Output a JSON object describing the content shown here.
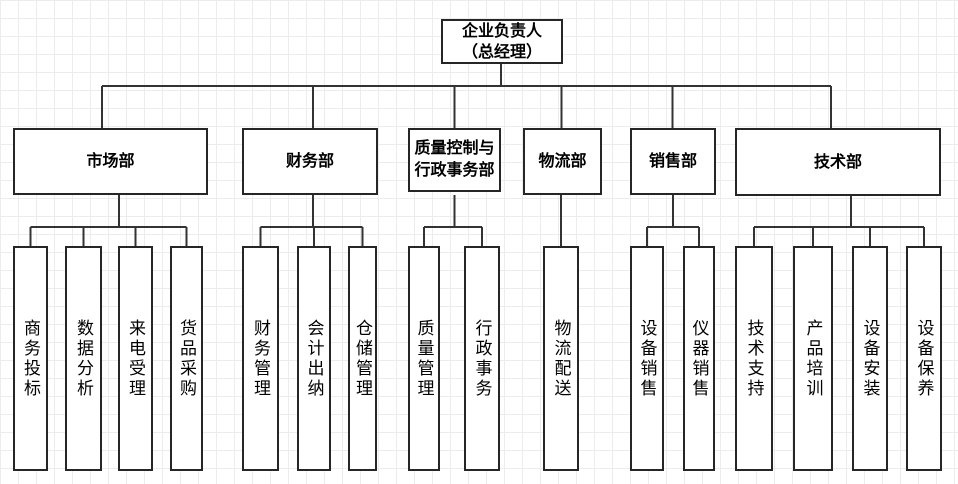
{
  "org": {
    "root": {
      "line1": "企业负责人",
      "line2": "（总经理）"
    },
    "departments": [
      {
        "label": "市场部",
        "children": [
          "商务投标",
          "数据分析",
          "来电受理",
          "货品采购"
        ]
      },
      {
        "label": "财务部",
        "children": [
          "财务管理",
          "会计出纳",
          "仓储管理"
        ]
      },
      {
        "label": "质量控制与",
        "label2": "行政事务部",
        "children": [
          "质量管理",
          "行政事务"
        ]
      },
      {
        "label": "物流部",
        "children": [
          "物流配送"
        ]
      },
      {
        "label": "销售部",
        "children": [
          "设备销售",
          "仪器销售"
        ]
      },
      {
        "label": "技术部",
        "children": [
          "技术支持",
          "产品培训",
          "设备安装",
          "设备保养"
        ]
      }
    ]
  },
  "colors": {
    "node_border": "#262626",
    "connector": "#333333",
    "grid_line": "#ececec",
    "canvas_bg": "#ffffff",
    "text": "#000000"
  }
}
